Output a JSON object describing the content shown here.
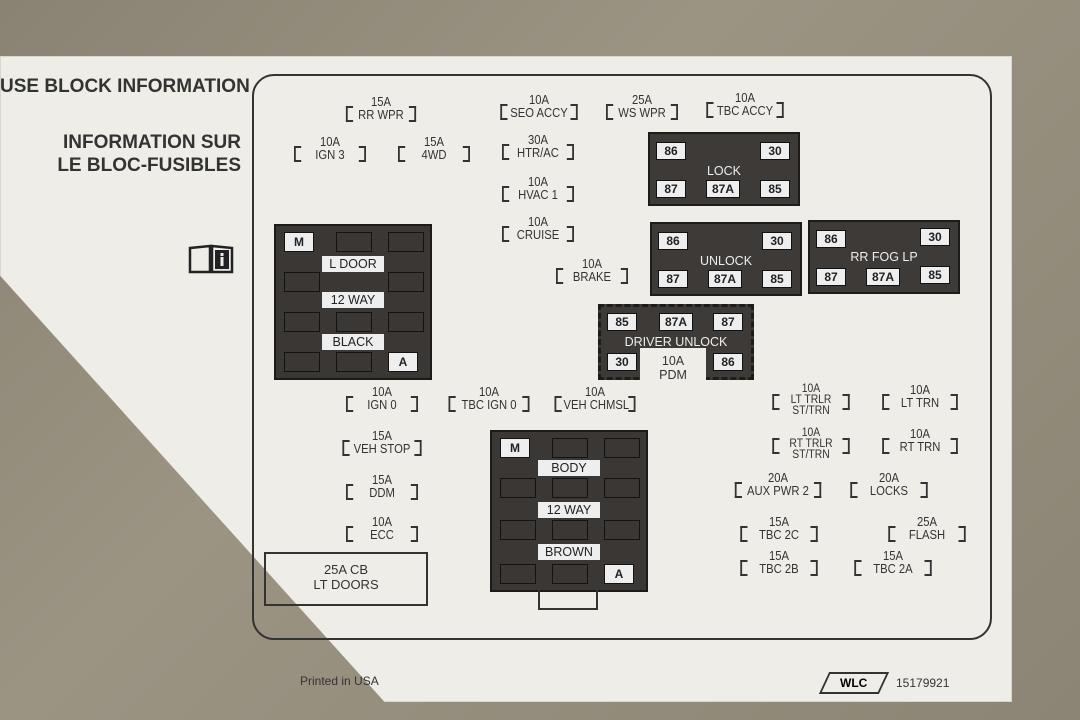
{
  "header": {
    "title_en": "USE BLOCK INFORMATION",
    "title_fr_1": "INFORMATION SUR",
    "title_fr_2": "LE BLOC-FUSIBLES"
  },
  "fuses": [
    {
      "amp": "15A",
      "name": "RR WPR"
    },
    {
      "amp": "10A",
      "name": "SEO ACCY"
    },
    {
      "amp": "25A",
      "name": "WS WPR"
    },
    {
      "amp": "10A",
      "name": "TBC ACCY"
    },
    {
      "amp": "10A",
      "name": "IGN 3"
    },
    {
      "amp": "15A",
      "name": "4WD"
    },
    {
      "amp": "30A",
      "name": "HTR/AC"
    },
    {
      "amp": "10A",
      "name": "HVAC 1"
    },
    {
      "amp": "10A",
      "name": "CRUISE"
    },
    {
      "amp": "10A",
      "name": "BRAKE"
    },
    {
      "amp": "10A",
      "name": "IGN 0"
    },
    {
      "amp": "10A",
      "name": "TBC IGN 0"
    },
    {
      "amp": "10A",
      "name": "VEH CHMSL"
    },
    {
      "amp": "15A",
      "name": "VEH STOP"
    },
    {
      "amp": "15A",
      "name": "DDM"
    },
    {
      "amp": "10A",
      "name": "ECC"
    },
    {
      "amp": "10A",
      "name": "LT TRLR ST/TRN"
    },
    {
      "amp": "10A",
      "name": "LT TRN"
    },
    {
      "amp": "10A",
      "name": "RT TRLR ST/TRN"
    },
    {
      "amp": "10A",
      "name": "RT TRN"
    },
    {
      "amp": "20A",
      "name": "AUX PWR 2"
    },
    {
      "amp": "20A",
      "name": "LOCKS"
    },
    {
      "amp": "15A",
      "name": "TBC 2C"
    },
    {
      "amp": "25A",
      "name": "FLASH"
    },
    {
      "amp": "15A",
      "name": "TBC 2B"
    },
    {
      "amp": "15A",
      "name": "TBC 2A"
    }
  ],
  "relays": {
    "lock": {
      "name": "LOCK",
      "p86": "86",
      "p30": "30",
      "p87": "87",
      "p87a": "87A",
      "p85": "85"
    },
    "unlock": {
      "name": "UNLOCK",
      "p86": "86",
      "p30": "30",
      "p87": "87",
      "p87a": "87A",
      "p85": "85"
    },
    "rr_fog": {
      "name": "RR FOG LP",
      "p86": "86",
      "p30": "30",
      "p87": "87",
      "p87a": "87A",
      "p85": "85"
    },
    "driver_unlock": {
      "name": "DRIVER UNLOCK",
      "p85": "85",
      "p87a": "87A",
      "p87": "87",
      "p30": "30",
      "p86": "86"
    }
  },
  "pdm": {
    "amp": "10A",
    "name": "PDM"
  },
  "connectors": {
    "ldoor": {
      "m": "M",
      "a": "A",
      "l1": "L DOOR",
      "l2": "12 WAY",
      "l3": "BLACK"
    },
    "body": {
      "m": "M",
      "a": "A",
      "l1": "BODY",
      "l2": "12 WAY",
      "l3": "BROWN"
    }
  },
  "circuit_breaker": {
    "l1": "25A CB",
    "l2": "LT DOORS"
  },
  "footer": {
    "printed": "Printed in USA",
    "logo": "WLC",
    "part": "15179921"
  }
}
